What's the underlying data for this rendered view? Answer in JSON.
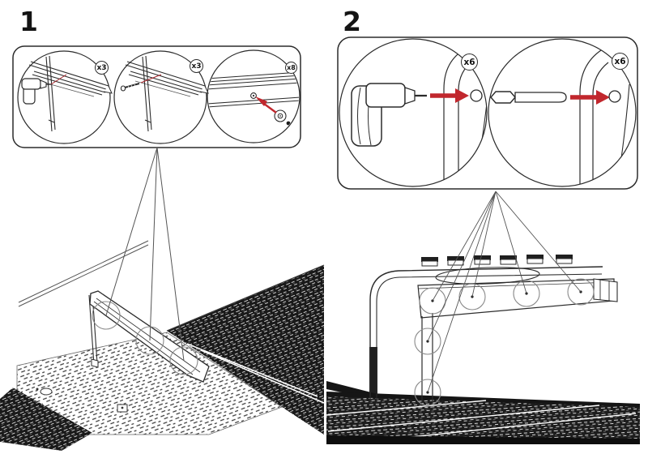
{
  "sheet": {
    "title": "assembly-instructions",
    "background": "#ffffff"
  },
  "colors": {
    "arrow_red": "#c1272d",
    "line_dark": "#2b2b2b",
    "line_gray": "#8a8a8a"
  },
  "steps": [
    {
      "number": "1",
      "callouts": [
        {
          "badge": "x3",
          "icon": "drill-icon"
        },
        {
          "badge": "x3",
          "icon": "screw-icon"
        },
        {
          "badge": "x8",
          "icon": "screw-hole-icon"
        }
      ]
    },
    {
      "number": "2",
      "callouts": [
        {
          "badge": "x6",
          "icon": "drill-icon"
        },
        {
          "badge": "x6",
          "icon": "bolt-icon"
        }
      ]
    }
  ]
}
